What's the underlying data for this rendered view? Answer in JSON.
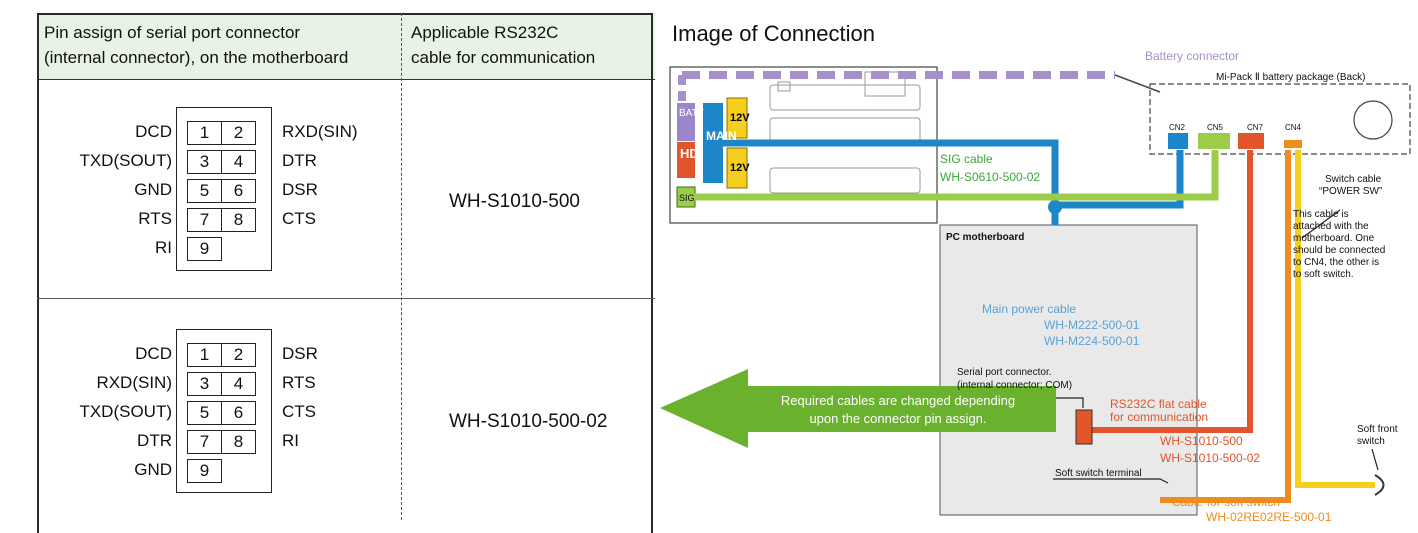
{
  "table": {
    "header_left_1": "Pin assign of serial port connector",
    "header_left_2": "(internal connector), on the motherboard",
    "header_right_1": "Applicable RS232C",
    "header_right_2": "cable for communication",
    "rows": [
      {
        "cable": "WH-S1010-500",
        "left_labels": [
          "DCD",
          "TXD(SOUT)",
          "GND",
          "RTS",
          "RI"
        ],
        "right_labels": [
          "RXD(SIN)",
          "DTR",
          "DSR",
          "CTS"
        ],
        "pins": [
          "1",
          "2",
          "3",
          "4",
          "5",
          "6",
          "7",
          "8",
          "9"
        ]
      },
      {
        "cable": "WH-S1010-500-02",
        "left_labels": [
          "DCD",
          "RXD(SIN)",
          "TXD(SOUT)",
          "DTR",
          "GND"
        ],
        "right_labels": [
          "DSR",
          "RTS",
          "CTS",
          "RI"
        ],
        "pins": [
          "1",
          "2",
          "3",
          "4",
          "5",
          "6",
          "7",
          "8",
          "9"
        ]
      }
    ]
  },
  "diagram": {
    "title": "Image of Connection",
    "battery_connector": "Battery connector",
    "package_label": "Mi-Pack Ⅱ battery package (Back)",
    "cn_labels": [
      "CN2",
      "CN5",
      "CN7",
      "CN4"
    ],
    "board_labels": {
      "batt": "BATT",
      "hd": "HD",
      "main": "MAIN",
      "v12_top": "12V",
      "v12_bottom": "12V",
      "sig": "SIG"
    },
    "sig_cable": "SIG cable",
    "sig_cable_pn": "WH-S0610-500-02",
    "pc_motherboard": "PC motherboard",
    "main_power_cable": "Main power cable",
    "main_power_pn1": "WH-M222-500-01",
    "main_power_pn2": "WH-M224-500-01",
    "serial_connector_1": "Serial port connector.",
    "serial_connector_2": "(internal connector; COM)",
    "rs232c_cable_1": "RS232C flat cable",
    "rs232c_cable_2": "for communication",
    "rs232c_pn1": "WH-S1010-500",
    "rs232c_pn2": "WH-S1010-500-02",
    "soft_switch_terminal": "Soft switch terminal",
    "soft_switch_cable": "Cable for soft switch",
    "soft_switch_pn": "WH-02RE02RE-500-01",
    "switch_cable_1": "Switch cable",
    "switch_cable_2": "“POWER SW”",
    "switch_note": [
      "This cable is",
      "attached with the",
      "motherboard. One",
      "should be connected",
      "to CN4, the other is",
      "to soft switch."
    ],
    "soft_front_switch_1": "Soft front",
    "soft_front_switch_2": "switch",
    "arrow_text_1": "Required cables are changed depending",
    "arrow_text_2": "upon the connector pin assign.",
    "colors": {
      "blue": "#1c86c8",
      "green": "#9ccc4a",
      "orange_red": "#e0552a",
      "orange": "#f08c1e",
      "yellow": "#f5cf1e",
      "purple": "#a690c9",
      "arrow": "#6ab22e"
    }
  }
}
